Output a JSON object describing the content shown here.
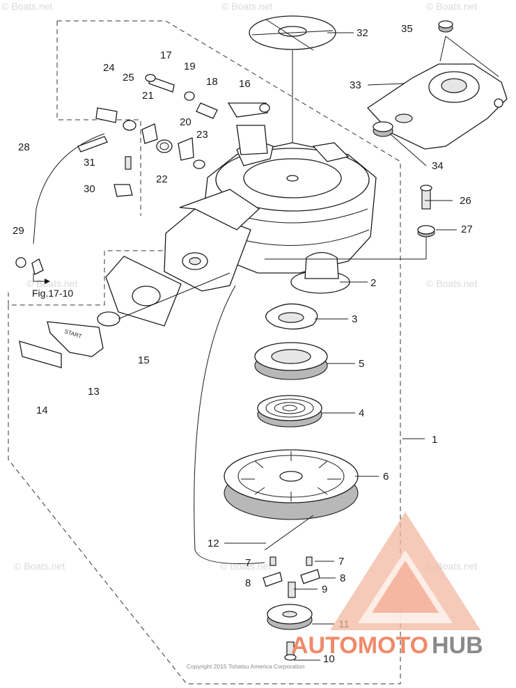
{
  "diagram": {
    "callouts": [
      "1",
      "2",
      "3",
      "4",
      "5",
      "6",
      "7",
      "7",
      "8",
      "8",
      "9",
      "10",
      "11",
      "12",
      "13",
      "14",
      "15",
      "16",
      "17",
      "18",
      "19",
      "20",
      "21",
      "22",
      "23",
      "24",
      "25",
      "26",
      "27",
      "28",
      "29",
      "30",
      "31",
      "32",
      "33",
      "34",
      "35"
    ],
    "figure_ref": "Fig.17-10",
    "copyright": "Copyright 2015 Tohatsu America Corporation",
    "watermark": "© Boats.net"
  },
  "overlay_logo": {
    "text_part1": "AUTOMOTO",
    "text_part2": "HUB",
    "color_primary": "#f08a6a",
    "color_secondary": "#f2b8a0",
    "color_hub": "#8a8a8a"
  }
}
